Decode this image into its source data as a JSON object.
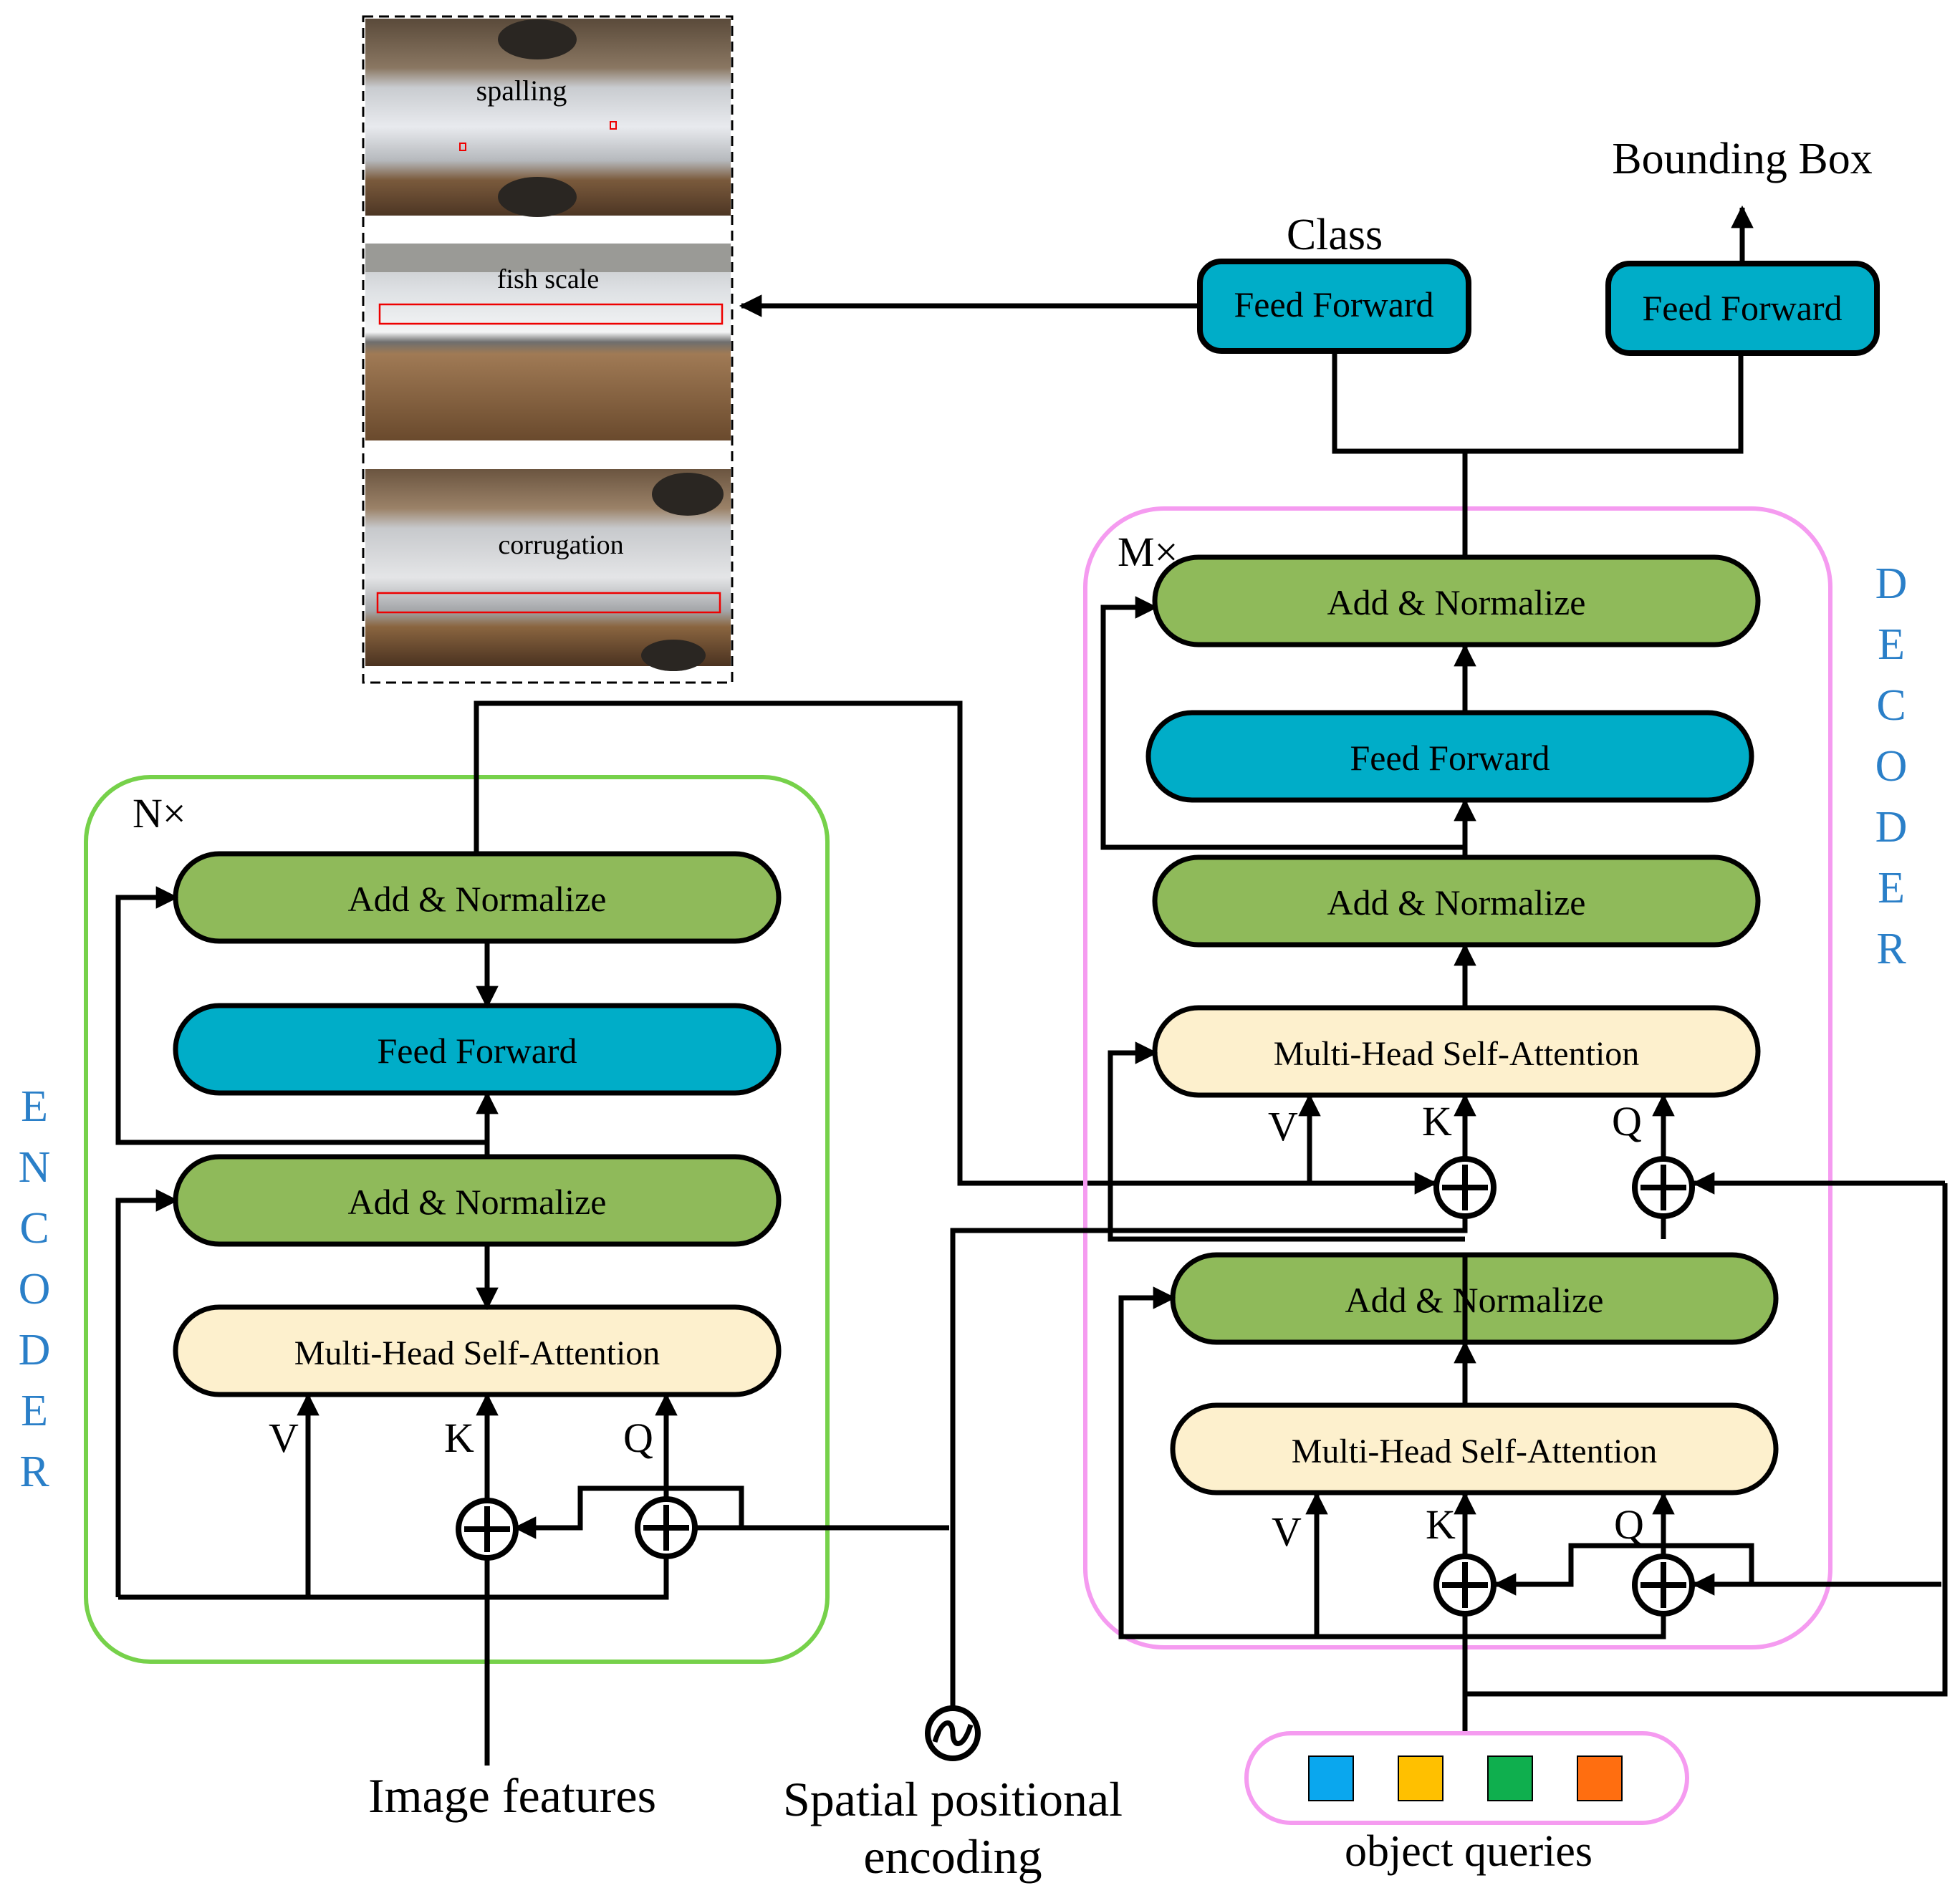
{
  "encoder": {
    "repeat": "N×",
    "side_label": [
      "E",
      "N",
      "C",
      "O",
      "D",
      "E",
      "R"
    ],
    "add_norm_top": "Add & Normalize",
    "feed_forward": "Feed Forward",
    "add_norm_bottom": "Add & Normalize",
    "attention": "Multi-Head Self-Attention",
    "v": "V",
    "k": "K",
    "q": "Q"
  },
  "decoder": {
    "repeat": "M×",
    "side_label": [
      "D",
      "E",
      "C",
      "O",
      "D",
      "E",
      "R"
    ],
    "add_norm_1": "Add & Normalize",
    "feed_forward": "Feed Forward",
    "add_norm_2": "Add & Normalize",
    "cross_attention": "Multi-Head Self-Attention",
    "cross_v": "V",
    "cross_k": "K",
    "cross_q": "Q",
    "add_norm_3": "Add & Normalize",
    "self_attention": "Multi-Head Self-Attention",
    "self_v": "V",
    "self_k": "K",
    "self_q": "Q"
  },
  "heads": {
    "class_title": "Class",
    "class_ff": "Feed Forward",
    "bbox_title": "Bounding Box",
    "bbox_ff": "Feed Forward"
  },
  "inputs": {
    "image_features": "Image features",
    "spatial_1": "Spatial positional",
    "spatial_2": "encoding",
    "object_queries": "object queries"
  },
  "samples": {
    "spalling": "spalling",
    "fish_scale": "fish scale",
    "corrugation": "corrugation"
  },
  "colors": {
    "green_block": "#8fba5a",
    "blue_block": "#00adc8",
    "attention_block": "#fdf0cd",
    "encoder_frame": "#76d14a",
    "decoder_frame": "#f59bf0",
    "side_label": "#2a7fc8",
    "query_blue": "#0aa7ee",
    "query_yellow": "#ffc000",
    "query_green": "#0faf4e",
    "query_orange": "#ff6e10"
  }
}
